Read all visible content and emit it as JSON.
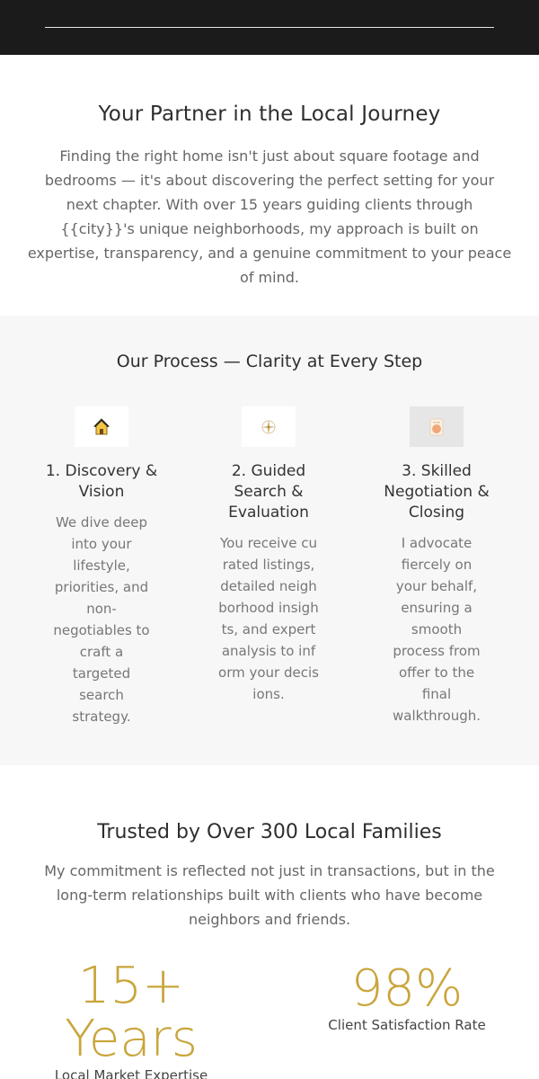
{
  "intro": {
    "title": "Your Partner in the Local Journey",
    "body": "Finding the right home isn't just about square footage and bedrooms — it's about discovering the perfect setting for your next chapter. With over 15 years guiding clients through {{city}}'s unique neighborhoods, my approach is built on expertise, transparency, and a genuine commitment to your peace of mind."
  },
  "process": {
    "title": "Our Process — Clarity at Every Step",
    "steps": [
      {
        "icon": "house-icon",
        "title": "1. Discovery & Vision",
        "body": "We dive deep into your lifestyle, priorities, and non-negotiables to craft a targeted search strategy."
      },
      {
        "icon": "compass-icon",
        "title": "2. Guided Search & Evaluation",
        "body": "You receive curated listings, detailed neighborhood insights, and expert analysis to inform your decisions."
      },
      {
        "icon": "document-icon",
        "title": "3. Skilled Negotiation & Closing",
        "body": "I advocate fiercely on your behalf, ensuring a smooth process from offer to the final walkthrough."
      }
    ]
  },
  "trust": {
    "title": "Trusted by Over 300 Local Families",
    "body": "My commitment is reflected not just in transactions, but in the long-term relationships built with clients who have become neighbors and friends.",
    "stats": [
      {
        "value": "15+ Years",
        "label": "Local Market Expertise"
      },
      {
        "value": "98%",
        "label": "Client Satisfaction Rate"
      }
    ]
  },
  "colors": {
    "header_bg": "#1b1b1b",
    "accent_gold": "#c9a53c",
    "section_alt_bg": "#f7f7f7"
  }
}
